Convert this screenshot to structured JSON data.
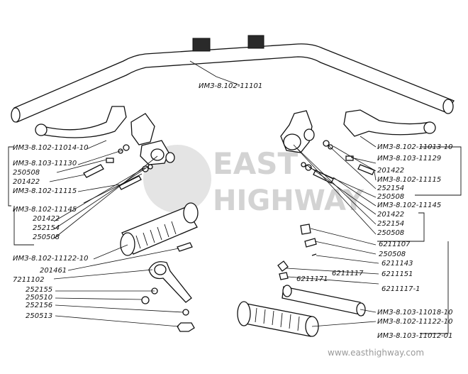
{
  "watermark": {
    "line1": "EAST",
    "line2": "HIGHWAY",
    "site": "www.easthighway.com"
  },
  "labels": {
    "handlebar": "ИМЗ-8.102-11101",
    "left_lever_assy": "ИМЗ-8.102-11014-10",
    "l_103_11130": "ИМЗ-8.103-11130",
    "l_250508_a": "250508",
    "l_201422_a": "201422",
    "l_102_11115": "ИМЗ-8.102-11115",
    "l_102_11145": "ИМЗ-8.102-11145",
    "l_201422_b": "201422",
    "l_252154": "252154",
    "l_250508_b": "250508",
    "l_grip_left": "ИМЗ-8.102-11122-10",
    "l_201461": "201461",
    "l_7211102": "7211102",
    "l_252155": "252155",
    "l_250510": "250510",
    "l_252156": "252156",
    "l_250513": "250513",
    "right_lever_assy": "ИМЗ-8.102-11013-10",
    "r_103_11129": "ИМЗ-8.103-11129",
    "r_201422_a": "201422",
    "r_102_11115": "ИМЗ-8.102-11115",
    "r_252154_a": "252154",
    "r_250508_a": "250508",
    "r_102_11145": "ИМЗ-8.102-11145",
    "r_201422_b": "201422",
    "r_252154_b": "252154",
    "r_250508_b": "250508",
    "r_6211107": "6211107",
    "r_250508_c": "250508",
    "r_6211143": "6211143",
    "r_6211151": "6211151",
    "r_6211171": "6211171",
    "r_6211117": "6211117",
    "r_6211117_1": "6211117-1",
    "r_throttle_sleeve": "ИМЗ-8.103-11018-10",
    "r_grip": "ИМЗ-8.102-11122-10",
    "r_throttle_assy": "ИМЗ-8.103-11012-01"
  }
}
